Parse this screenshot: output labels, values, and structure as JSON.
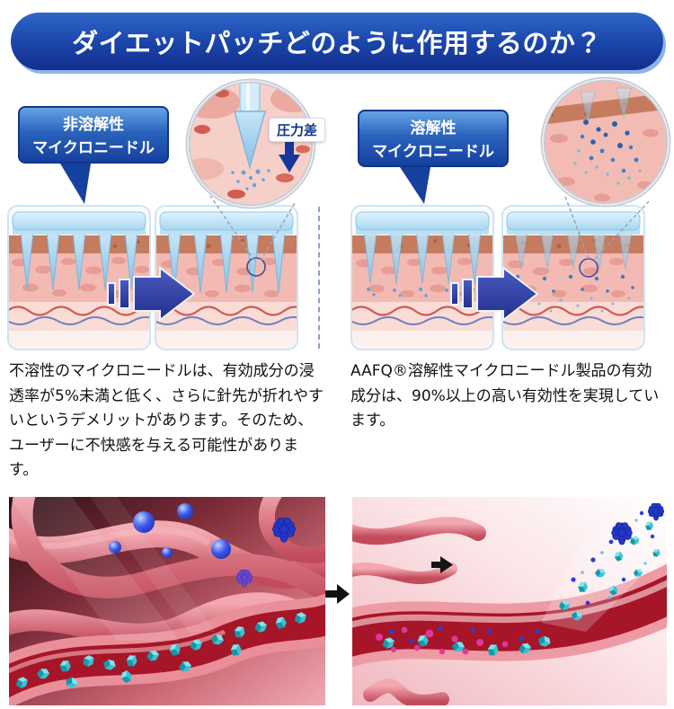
{
  "header": {
    "title": "ダイエットパッチどのように作用するのか？"
  },
  "left_section": {
    "label_line1": "非溶解性",
    "label_line2": "マイクロニードル",
    "magnifier_label": "圧力差",
    "description": "不溶性のマイクロニードルは、有効成分の浸透率が5%未満と低く、さらに針先が折れやすいというデメリットがあります。そのため、ユーザーに不快感を与える可能性があります。"
  },
  "right_section": {
    "label_line1": "溶解性",
    "label_line2": "マイクロニードル",
    "description": "AAFQ®溶解性マイクロニードル製品の有効成分は、90%以上の高い有効性を実現しています。"
  },
  "icons": {
    "pressure_arrow": "arrow-down-icon",
    "left_transition_arrow": "arrow-right-icon",
    "right_transition_arrow": "arrow-right-icon",
    "between_images_arrow": "arrow-right-icon",
    "flow_arrow_in_image": "arrow-right-icon"
  },
  "colors": {
    "banner_blue_top": "#2f66c8",
    "banner_blue_bottom": "#132f8e",
    "banner_edge_light": "#8cb4e6",
    "bubble_blue": "#16419e",
    "patch_blue": "#a6d7ef",
    "needle_blue": "#8fc4e6",
    "skin_tan": "#c57b5e",
    "skin_pink": "#f2bab3",
    "transition_arrow_navy": "#2c3e9e",
    "particle_cyan": "#35c4d4",
    "sphere_blue": "#2238c8",
    "magenta_particle": "#e0369e",
    "lumen_red": "#a61528",
    "text_dark": "#121212"
  }
}
